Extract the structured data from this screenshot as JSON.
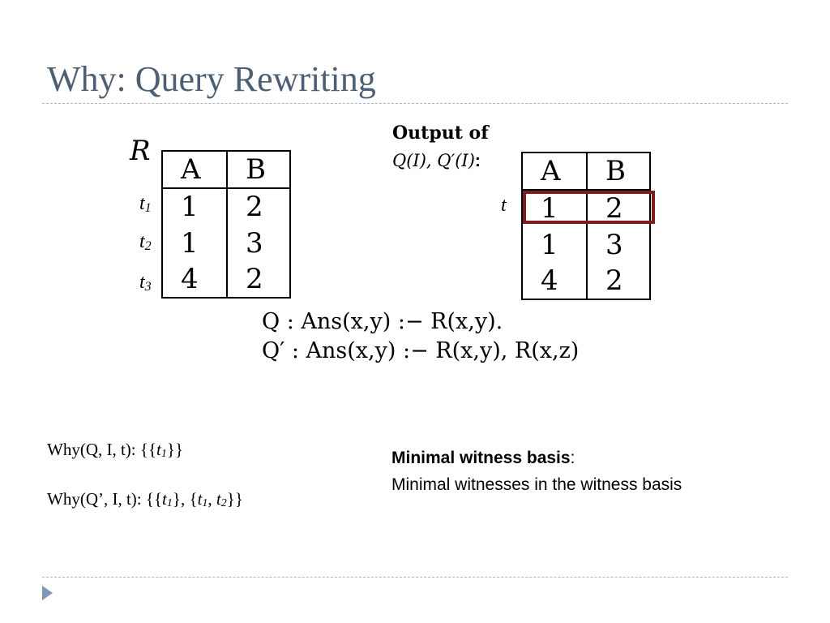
{
  "title": "Why: Query Rewriting",
  "relation": {
    "name": "R",
    "headers": [
      "A",
      "B"
    ],
    "rows": [
      [
        "1",
        "2"
      ],
      [
        "1",
        "3"
      ],
      [
        "4",
        "2"
      ]
    ],
    "row_labels": [
      {
        "base": "t",
        "sub": "1"
      },
      {
        "base": "t",
        "sub": "2"
      },
      {
        "base": "t",
        "sub": "3"
      }
    ]
  },
  "output": {
    "heading": "Output of",
    "subheading": "Q(I), Q′(I)",
    "colon": ":",
    "tuple_label": "t",
    "headers": [
      "A",
      "B"
    ],
    "rows": [
      [
        "1",
        "2"
      ],
      [
        "1",
        "3"
      ],
      [
        "4",
        "2"
      ]
    ],
    "highlight_color": "#7f1a1f"
  },
  "queries": {
    "q": "Q : Ans(x,y) :− R(x,y).",
    "q_prime": "Q′ : Ans(x,y) :− R(x,y), R(x,z)"
  },
  "why": {
    "q_prefix": "Why(Q, I, t): {{",
    "q_suffix": "}}",
    "qp_prefix": "Why(Q’, I, t): {{",
    "qp_mid1": "}, {",
    "qp_mid2": ", ",
    "qp_suffix": "}}",
    "t": "t",
    "s1": "1",
    "s2": "2"
  },
  "witness": {
    "title_bold": "Minimal witness basis",
    "title_colon": ":",
    "description": "Minimal witnesses in the witness basis"
  },
  "colors": {
    "title": "#4f5f73",
    "divider": "#a9b8c8",
    "nav_arrow": "#7e98b8"
  },
  "icons": {
    "nav": "triangle-right-icon"
  }
}
